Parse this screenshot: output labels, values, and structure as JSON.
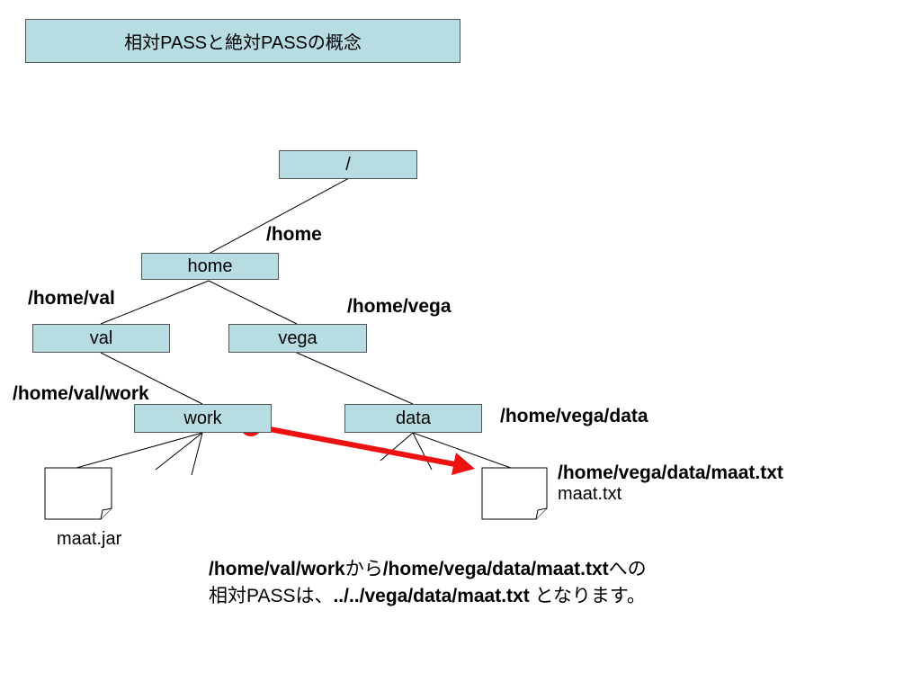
{
  "title": "相対PASSと絶対PASSの概念",
  "nodes": {
    "root": "/",
    "home": "home",
    "val": "val",
    "vega": "vega",
    "work": "work",
    "data": "data"
  },
  "paths": {
    "home": "/home",
    "val": "/home/val",
    "vega": "/home/vega",
    "work": "/home/val/work",
    "data": "/home/vega/data",
    "maat_txt": "/home/vega/data/maat.txt"
  },
  "files": {
    "jar": "maat.jar",
    "txt": "maat.txt"
  },
  "caption": {
    "l1_a": "/home/val/work",
    "l1_b": "から",
    "l1_c": "/home/vega/data/maat.txt",
    "l1_d": "への",
    "l2_a": "相対PASSは、",
    "l2_b": "../../vega/data/maat.txt",
    "l2_c": " となります。"
  },
  "colors": {
    "node_fill": "#b7dde3",
    "arrow": "#ee1111"
  }
}
